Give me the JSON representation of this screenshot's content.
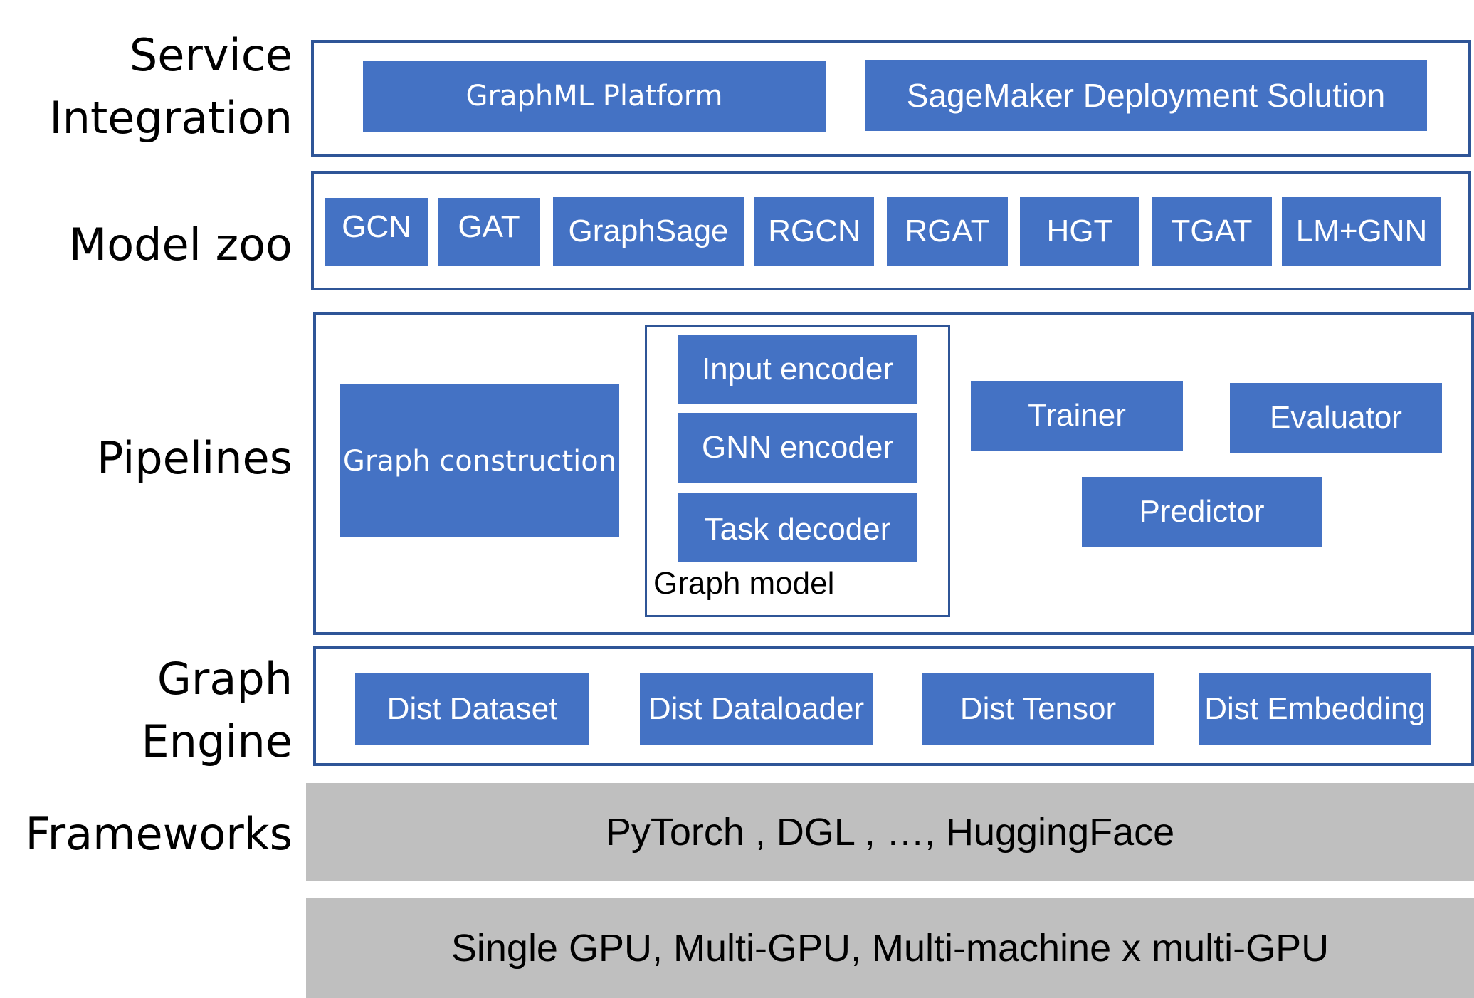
{
  "layers": {
    "service_integration": "Service\nIntegration",
    "model_zoo": "Model zoo",
    "pipelines": "Pipelines",
    "graph_engine": "Graph\nEngine",
    "frameworks": "Frameworks"
  },
  "service": {
    "graphml_platform": "GraphML Platform",
    "sagemaker": "SageMaker Deployment Solution"
  },
  "models": [
    "GCN",
    "GAT",
    "GraphSage",
    "RGCN",
    "RGAT",
    "HGT",
    "TGAT",
    "LM+GNN"
  ],
  "pipelines": {
    "graph_construction": "Graph construction",
    "input_encoder": "Input encoder",
    "gnn_encoder": "GNN encoder",
    "task_decoder": "Task decoder",
    "graph_model": "Graph model",
    "trainer": "Trainer",
    "evaluator": "Evaluator",
    "predictor": "Predictor"
  },
  "engine": [
    "Dist Dataset",
    "Dist Dataloader",
    "Dist Tensor",
    "Dist Embedding"
  ],
  "frameworks_text": "PyTorch , DGL , …, HuggingFace",
  "hardware_text": "Single GPU, Multi-GPU, Multi-machine x multi-GPU",
  "colors": {
    "block": "#4472c4",
    "border": "#2f5597",
    "gray": "#bfbfbf"
  }
}
